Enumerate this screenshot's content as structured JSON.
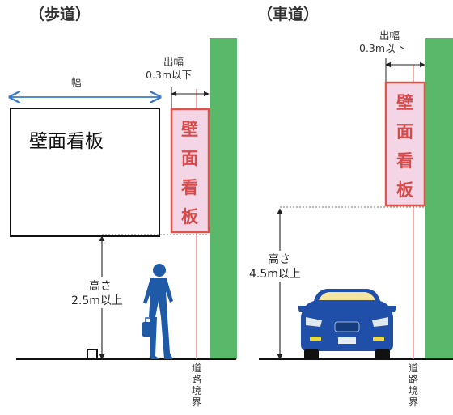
{
  "sidewalk": {
    "heading": "（歩道）",
    "width_label": "幅",
    "board_label": "壁面看板",
    "overhang_top": "出幅",
    "overhang_bottom": "0.3m以下",
    "sign_chars": [
      "壁",
      "面",
      "看",
      "板"
    ],
    "height_top": "高さ",
    "height_bottom": "2.5m以上",
    "road_boundary_chars": [
      "道",
      "路",
      "境",
      "界"
    ]
  },
  "roadway": {
    "heading": "（車道）",
    "overhang_top": "出幅",
    "overhang_bottom": "0.3m以下",
    "sign_chars": [
      "壁",
      "面",
      "看",
      "板"
    ],
    "height_top": "高さ",
    "height_bottom": "4.5m以上",
    "road_boundary_chars": [
      "道",
      "路",
      "境",
      "界"
    ]
  },
  "colors": {
    "wall": "#59b86a",
    "sign_fill": "#f3d5e6",
    "sign_border": "#e0534a",
    "boundary_line": "#e98080",
    "width_arrow": "#3c79c7",
    "person": "#1e5aa6",
    "car": "#1f4fa8"
  }
}
